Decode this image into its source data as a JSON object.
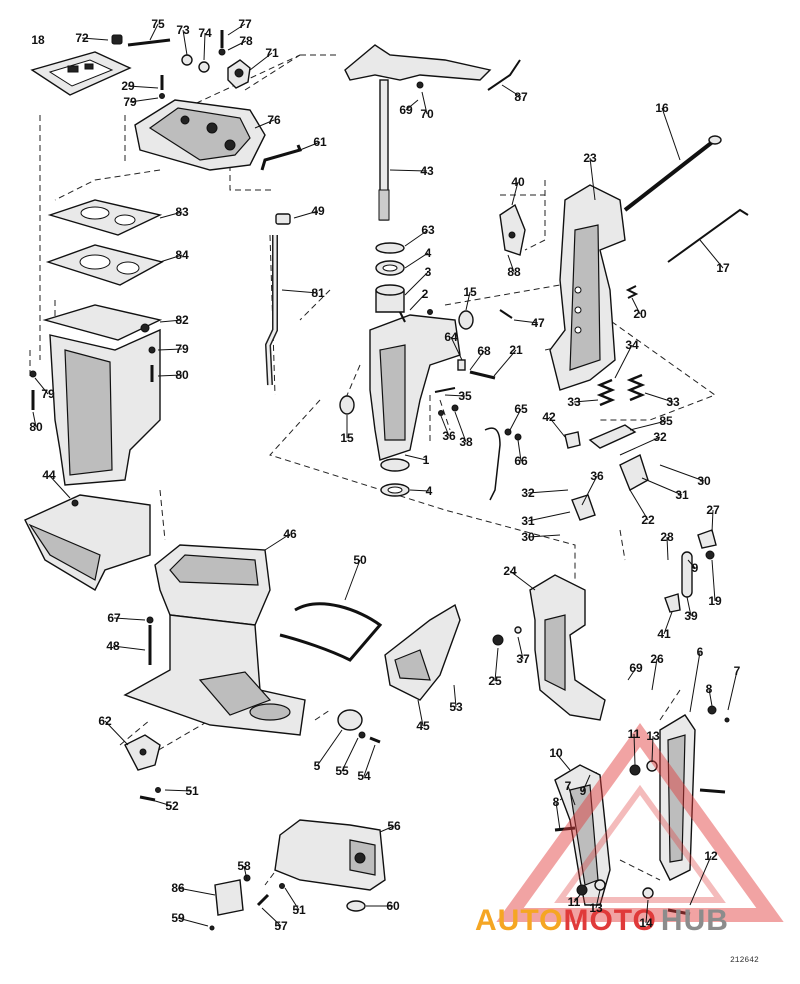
{
  "labels": [
    "18",
    "72",
    "75",
    "73",
    "74",
    "77",
    "78",
    "71",
    "29",
    "79",
    "76",
    "61",
    "49",
    "81",
    "83",
    "84",
    "82",
    "79",
    "80",
    "79",
    "80",
    "44",
    "46",
    "50",
    "67",
    "48",
    "45",
    "53",
    "62",
    "5",
    "55",
    "54",
    "51",
    "52",
    "56",
    "58",
    "86",
    "59",
    "57",
    "51",
    "60",
    "87",
    "69",
    "70",
    "43",
    "63",
    "4",
    "3",
    "2",
    "15",
    "64",
    "68",
    "21",
    "47",
    "15",
    "35",
    "36",
    "38",
    "1",
    "4",
    "65",
    "66",
    "42",
    "16",
    "23",
    "40",
    "88",
    "17",
    "20",
    "34",
    "33",
    "33",
    "85",
    "32",
    "30",
    "36",
    "32",
    "31",
    "31",
    "22",
    "30",
    "27",
    "28",
    "9",
    "19",
    "39",
    "41",
    "24",
    "37",
    "25",
    "69",
    "26",
    "6",
    "7",
    "8",
    "11",
    "13",
    "10",
    "8",
    "9",
    "7",
    "11",
    "13",
    "14",
    "12"
  ],
  "watermark": {
    "auto": "AUTO",
    "moto": "MOTO",
    "hub": "HUB",
    "color_orange": "#f5a623",
    "color_red": "#e03a3a",
    "color_gray": "#8c8c8c"
  },
  "figure_code": "212642"
}
